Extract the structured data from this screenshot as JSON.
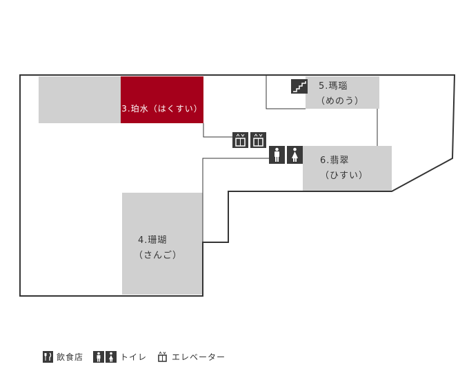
{
  "rooms": [
    {
      "id": "kohaku",
      "line1": "3.珀水（はくすい）",
      "line2": "",
      "highlighted": true
    },
    {
      "id": "menou",
      "line1": "5.瑪瑙",
      "line2": "（めのう）",
      "highlighted": false
    },
    {
      "id": "hisui",
      "line1": "6.翡翠",
      "line2": "（ひすい）",
      "highlighted": false
    },
    {
      "id": "sango",
      "line1": "4.珊瑚",
      "line2": "（さんご）",
      "highlighted": false
    }
  ],
  "legend": [
    {
      "icon": "restaurant-icon",
      "label": "飲食店"
    },
    {
      "icon": "restroom-icon",
      "label": "トイレ"
    },
    {
      "icon": "elevator-icon",
      "label": "エレベーター"
    }
  ],
  "colors": {
    "highlight": "#a5001b",
    "room": "#d0d0d0",
    "outline": "#333333",
    "icon": "#3a3a3a"
  }
}
